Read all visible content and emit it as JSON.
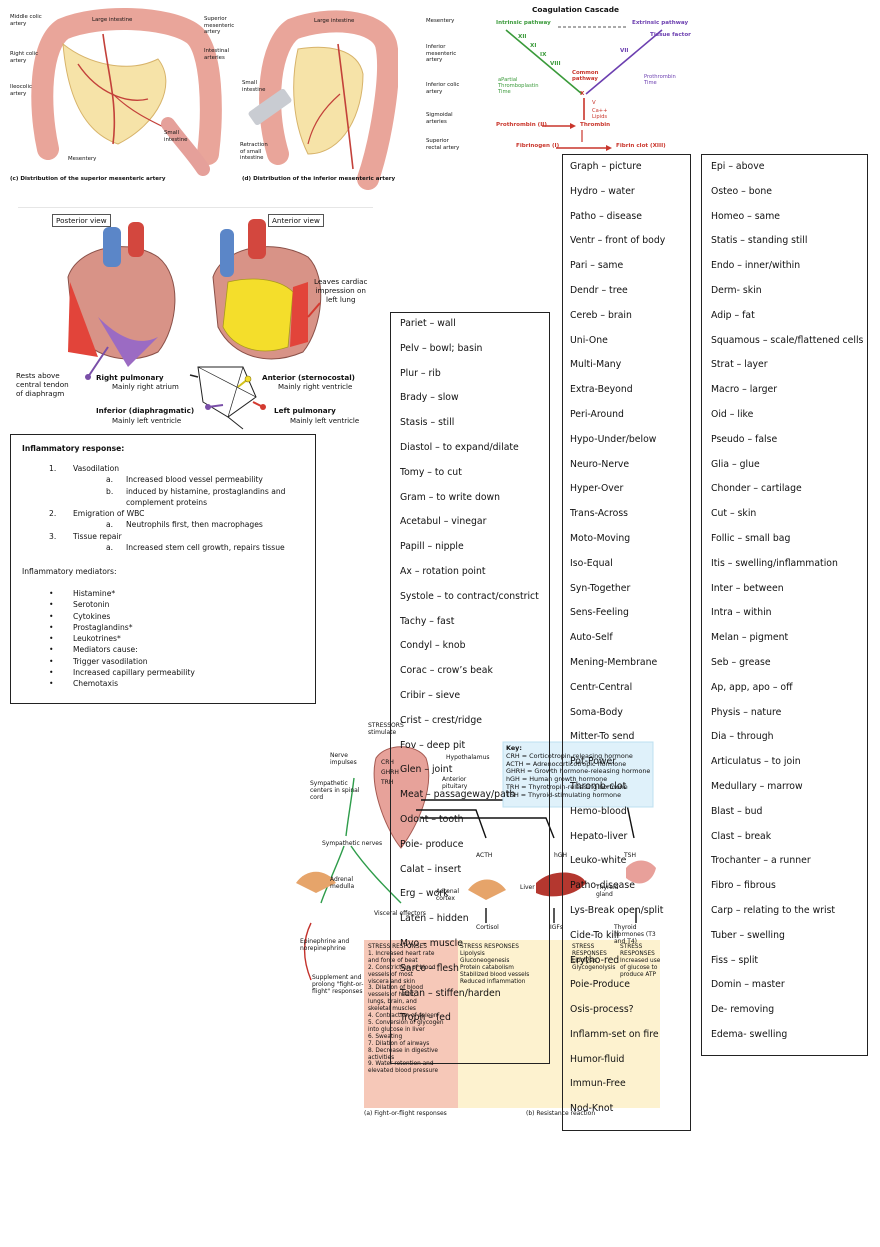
{
  "mesenteric_figure": {
    "left_labels": [
      "Middle colic artery",
      "Right colic artery",
      "Ileocolic artery",
      "Mesentery"
    ],
    "top_labels": [
      "Large intestine",
      "Superior mesenteric artery",
      "Intestinal arteries",
      "Small intestine"
    ],
    "caption_a": "(c) Distribution of the superior mesenteric artery",
    "right_labels": [
      "Large intestine",
      "Mesentery",
      "Inferior mesenteric artery",
      "Inferior colic artery",
      "Sigmoidal arteries",
      "Superior rectal artery"
    ],
    "small_intestine": "Small intestine",
    "retraction": "Retraction of small intestine",
    "caption_b": "(d) Distribution of the inferior mesenteric artery"
  },
  "coagulation": {
    "title": "Coagulation Cascade",
    "intrinsic": "Intrinsic pathway",
    "extrinsic": "Extrinsic pathway",
    "tissue_factor": "Tissue factor",
    "xii": "XII",
    "xi": "XI",
    "ix": "IX",
    "viii": "VIII",
    "vii": "VII",
    "ptt": "aPartial Thromboplastin Time",
    "common": "Common pathway",
    "pt": "Prothrombin Time",
    "x": "X",
    "v": "V",
    "ca_lipids": "Ca++ Lipids",
    "prothrombin": "Prothrombin (II)",
    "thrombin": "Thrombin",
    "fibrinogen": "Fibrinogen (I)",
    "fibrin": "Fibrin clot (XIII)"
  },
  "heart_figure": {
    "posterior": "Posterior view",
    "anterior": "Anterior view",
    "leaves": [
      "Leaves cardiac",
      "impression on",
      "left lung"
    ],
    "rests": [
      "Rests above",
      "central tendon",
      "of diaphragm"
    ],
    "right_pulm": "Right pulmonary",
    "right_pulm_sub": "Mainly right atrium",
    "anterior_label": "Anterior (sternocostal)",
    "anterior_sub": "Mainly right ventricle",
    "inferior": "Inferior (diaphragmatic)",
    "inferior_sub": "Mainly left ventricle",
    "left_pulm": "Left pulmonary",
    "left_pulm_sub": "Mainly left ventricle"
  },
  "inflammatory": {
    "heading": "Inflammatory response:",
    "items": [
      {
        "num": "1.",
        "text": "Vasodilation",
        "subs": [
          {
            "letter": "a.",
            "text": "Increased blood vessel permeability"
          },
          {
            "letter": "b.",
            "text": "induced by histamine, prostaglandins and"
          },
          {
            "letter": "",
            "text": "complement proteins"
          }
        ]
      },
      {
        "num": "2.",
        "text": "Emigration of WBC",
        "subs": [
          {
            "letter": "a.",
            "text": "Neutrophils first, then macrophages"
          }
        ]
      },
      {
        "num": "3.",
        "text": "Tissue repair",
        "subs": [
          {
            "letter": "a.",
            "text": "Increased stem cell growth, repairs tissue"
          }
        ]
      }
    ],
    "mediators_heading": "Inflammatory mediators:",
    "mediators": [
      "Histamine*",
      "Serotonin",
      "Cytokines",
      "Prostaglandins*",
      "Leukotrines*",
      "Mediators cause:",
      "Trigger vasodilation",
      "Increased capillary permeability",
      "Chemotaxis"
    ]
  },
  "stress_figure": {
    "stressors": "STRESSORS stimulate",
    "nerve": "Nerve impulses",
    "hypothalamus": "Hypothalamus",
    "sympathetic_centers": "Sympathetic centers in spinal cord",
    "sympathetic_nerves": "Sympathetic nerves",
    "adrenal_medulla": "Adrenal medulla",
    "adrenal_cortex": "Adrenal cortex",
    "visceral": "Visceral effectors",
    "epinephrine": "Epinephrine and norepinephrine",
    "supplement": "Supplement and prolong \"fight-or-flight\" responses",
    "acth": "ACTH",
    "hgh": "hGH",
    "tsh": "TSH",
    "liver": "Liver",
    "thyroid": "Thyroid gland",
    "cortisol": "Cortisol",
    "igfs": "IGFs",
    "thyroid_hormones": "Thyroid hormones (T3 and T4)",
    "key_title": "Key:",
    "key": [
      "CRH = Corticotropin-releasing hormone",
      "ACTH = Adrenocorticotropic hormone",
      "GHRH = Growth hormone-releasing hormone",
      "hGH = Human growth hormone",
      "TRH = Thyrotropin-releasing hormone",
      "TSH = Thyroid-stimulating hormone"
    ],
    "crh": "CRH",
    "ghrh": "GHRH",
    "trh": "TRH",
    "pituitary": "Anterior pituitary",
    "stress_title": "STRESS RESPONSES",
    "stress_a": [
      "1. Increased heart rate",
      "and force of beat",
      "2. Constriction of blood",
      "vessels of most",
      "viscera and skin",
      "3. Dilation of blood",
      "vessels of heart,",
      "lungs, brain, and",
      "skeletal muscles",
      "4. Contraction of spleen",
      "5. Conversion of glycogen",
      "into glucose in liver",
      "6. Sweating",
      "7. Dilation of airways",
      "8. Decrease in digestive",
      "activities",
      "9. Water retention and",
      "elevated blood pressure"
    ],
    "stress_b": [
      "Lipolysis",
      "Gluconeogenesis",
      "Protein catabolism",
      "Stabilized blood vessels",
      "Reduced inflammation"
    ],
    "stress_c": [
      "Lipolysis",
      "Glycogenolysis"
    ],
    "stress_d": [
      "Increased use",
      "of glucose to",
      "produce ATP"
    ],
    "caption_a": "(a) Fight-or-flight responses",
    "caption_b": "(b) Resistance reaction"
  },
  "list_col1": [
    "Pariet – wall",
    "Pelv – bowl; basin",
    "Plur – rib",
    "Brady – slow",
    "Stasis – still",
    "Diastol – to expand/dilate",
    "Tomy – to cut",
    "Gram – to write down",
    "Acetabul – vinegar",
    "Papill – nipple",
    "Ax – rotation point",
    "Systole – to contract/constrict",
    "Tachy – fast",
    "Condyl – knob",
    "Corac – crow’s beak",
    "Cribir – sieve",
    "Crist – crest/ridge",
    "Fov – deep pit",
    "Glen – joint",
    "Meat – passageway/path",
    "Odont – tooth",
    "Poie- produce",
    "Calat – insert",
    "Erg – work",
    "Laten – hidden",
    "Myo – muscle",
    "Sarco – flesh",
    "Tetan – stiffen/harden",
    "Troph – fed"
  ],
  "list_col2": [
    "Graph – picture",
    "Hydro – water",
    "Patho – disease",
    "Ventr – front of body",
    "Pari – same",
    "Dendr – tree",
    "Cereb – brain",
    "Uni-One",
    "Multi-Many",
    "Extra-Beyond",
    "Peri-Around",
    "Hypo-Under/below",
    "Neuro-Nerve",
    "Hyper-Over",
    "Trans-Across",
    "Moto-Moving",
    "Iso-Equal",
    "Syn-Together",
    "Sens-Feeling",
    "Auto-Self",
    "Mening-Membrane",
    "Centr-Central",
    "Soma-Body",
    "Mitter-To send",
    "Pot-Power",
    "Thromb-clot",
    "Hemo-blood",
    "Hepato-liver",
    "Leuko-white",
    "Patho-disease",
    "Lys-Break open/split",
    "Cide-To kill",
    "Erytho-red",
    "Poie-Produce",
    "Osis-process?",
    "Inflamm-set on fire",
    "Humor-fluid",
    "Immun-Free",
    "Nod-Knot"
  ],
  "list_col3": [
    "Epi – above",
    "Osteo – bone",
    "Homeo – same",
    "Statis – standing still",
    "Endo – inner/within",
    "Derm- skin",
    "Adip – fat",
    "Squamous – scale/flattened cells",
    "Strat – layer",
    "Macro – larger",
    "Oid – like",
    "Pseudo – false",
    "Glia – glue",
    "Chonder – cartilage",
    "Cut – skin",
    "Follic – small bag",
    "Itis – swelling/inflammation",
    "Inter – between",
    "Intra – within",
    "Melan – pigment",
    "Seb – grease",
    "Ap, app, apo – off",
    "Physis – nature",
    "Dia – through",
    "Articulatus – to join",
    "Medullary – marrow",
    "Blast – bud",
    "Clast – break",
    "Trochanter – a runner",
    "Fibro – fibrous",
    "Carp – relating to the wrist",
    "Tuber – swelling",
    "Fiss – split",
    "Domin – master",
    "De- removing",
    "Edema- swelling"
  ]
}
